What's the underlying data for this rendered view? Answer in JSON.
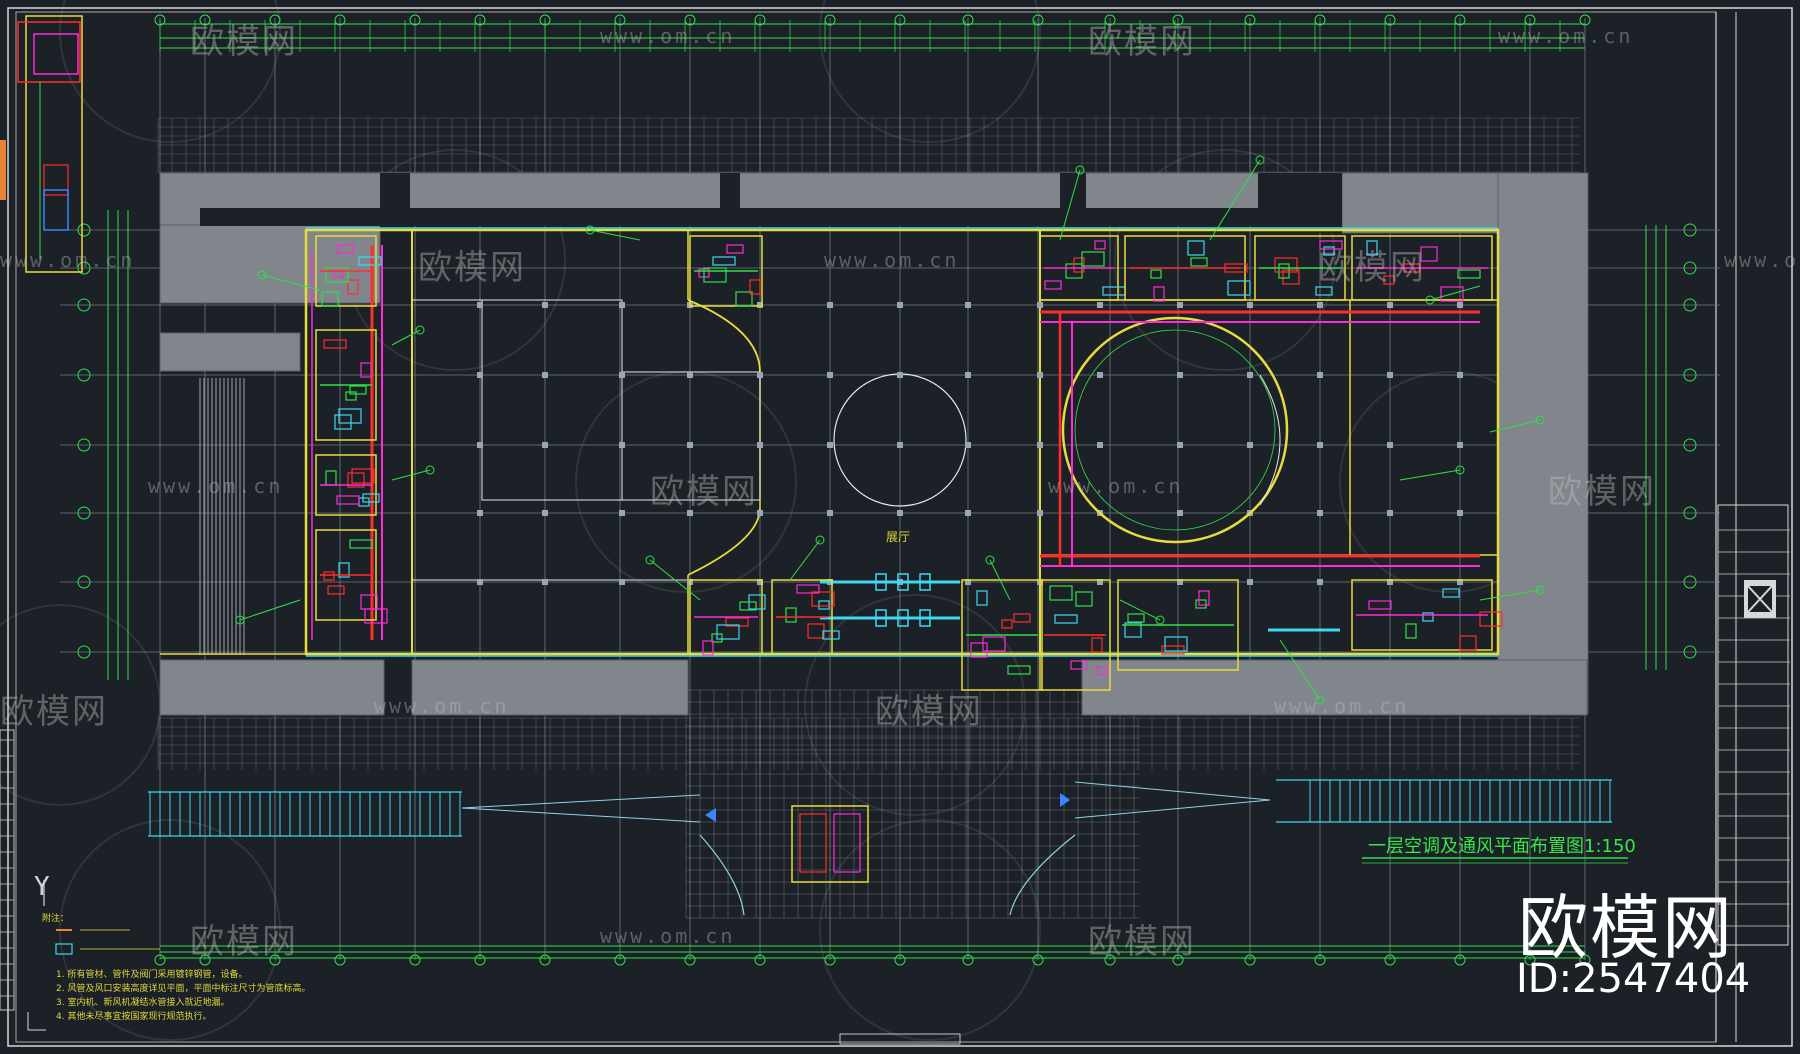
{
  "drawing": {
    "title": "一层空调及通风平面布置图1:150",
    "hall_label": "展厅",
    "notes_heading": "附注：",
    "notes": [
      "1. 所有管材、管件及阀门采用镀锌钢管，设备。",
      "2. 风管及风口安装高度详见平面，平面中标注尺寸为管底标高。",
      "3. 室内机、新风机凝结水管接入就近地漏。",
      "4. 其他未尽事宜按国家现行规范执行。"
    ],
    "axis_marker": "Y"
  },
  "watermarks": {
    "brand": "欧模网",
    "url": "www.om.cn",
    "id": "ID:2547404"
  },
  "colors": {
    "background": "#1c2127",
    "wall": "#e7dc3c",
    "duct_green": "#2fe04a",
    "duct_red": "#ff2d2d",
    "duct_magenta": "#ff2bd6",
    "cyan": "#3ed8f0",
    "room_fill": "#80868c",
    "grid_line": "#6f7a84",
    "white": "#e8e8e8"
  }
}
